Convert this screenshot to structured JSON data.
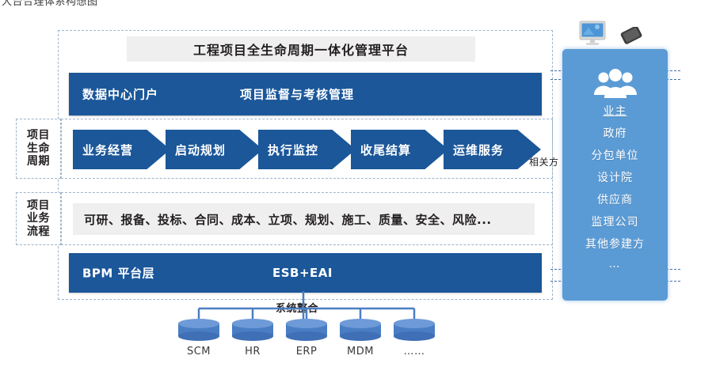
{
  "top_caption": "大台合理体系构想图",
  "platform": {
    "title": "工程项目全生命周期一体化管理平台",
    "portal_bar": {
      "left_label": "数据中心门户",
      "right_label": "项目监督与考核管理"
    },
    "platform_bar": {
      "left_label": "BPM  平台层",
      "right_label": "ESB+EAI"
    }
  },
  "side_labels": {
    "lifecycle": "项目\n生命\n周期",
    "lifecycle_lines": [
      "项目",
      "生命",
      "周期"
    ],
    "process": "项目\n业务\n流程",
    "process_lines": [
      "项目",
      "业务",
      "流程"
    ]
  },
  "lifecycle": {
    "stages": [
      {
        "label": "业务经营"
      },
      {
        "label": "启动规划"
      },
      {
        "label": "执行监控"
      },
      {
        "label": "收尾结算"
      },
      {
        "label": "运维服务"
      }
    ],
    "right_caption": "相关方"
  },
  "business_process": {
    "items_text": "可研、报备、投标、合同、成本、立项、规划、施工、质量、安全、风险...",
    "items": [
      "可研",
      "报备",
      "投标",
      "合同",
      "成本",
      "立项",
      "规划",
      "施工",
      "质量",
      "安全",
      "风险..."
    ]
  },
  "stakeholders": {
    "icon": "people-group-icon",
    "items": [
      "业主",
      "政府",
      "分包单位",
      "设计院",
      "供应商",
      "监理公司",
      "其他参建方",
      "…"
    ]
  },
  "devices": {
    "monitor_icon": "desktop-monitor-icon",
    "phone_icon": "smartphone-icon"
  },
  "system_integration": {
    "label": "系统整合",
    "systems": [
      {
        "name": "SCM"
      },
      {
        "name": "HR"
      },
      {
        "name": "ERP"
      },
      {
        "name": "MDM"
      },
      {
        "name": "……"
      }
    ]
  },
  "colors": {
    "dark_blue": "#1b5799",
    "panel_blue": "#5b9bd5",
    "db_blue": "#4a7ec4",
    "grey_bar": "#efefef",
    "dashed_border": "#9fb4c9"
  }
}
